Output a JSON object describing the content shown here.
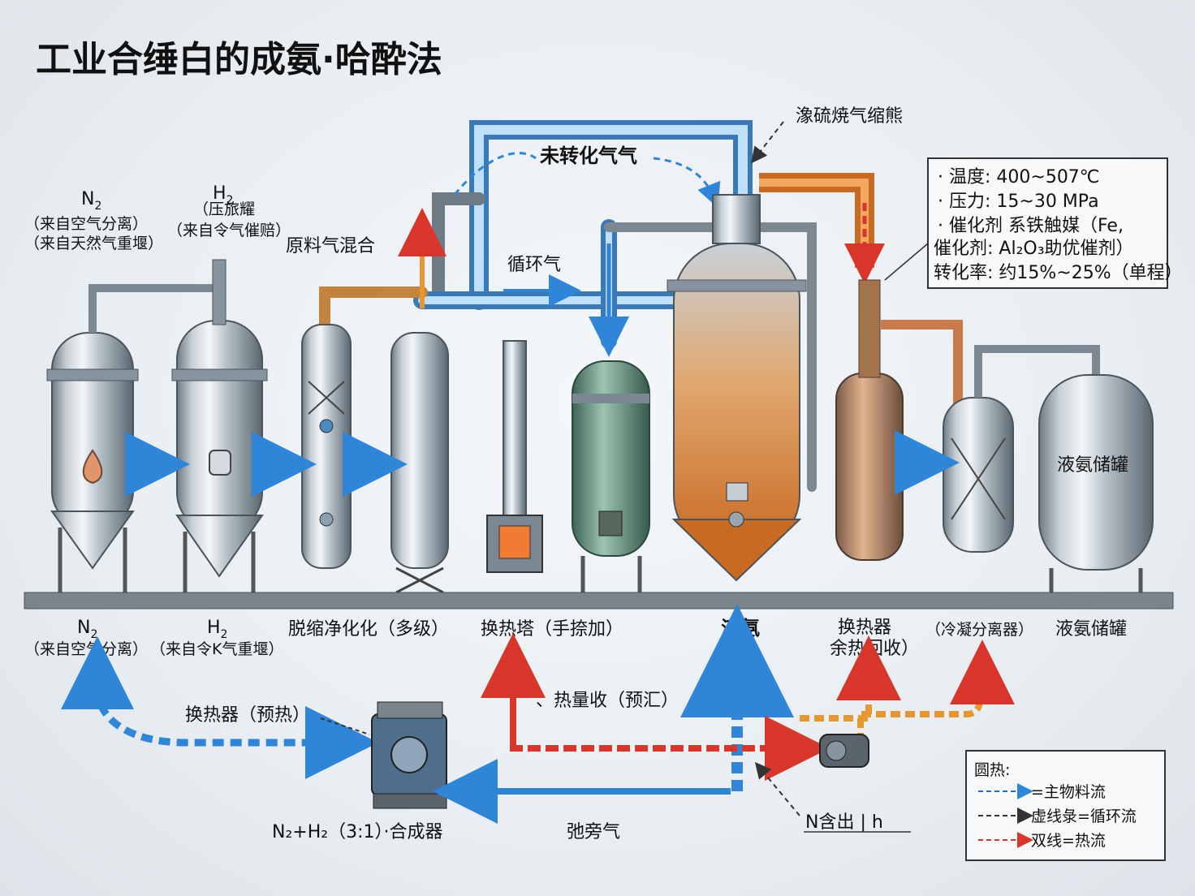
{
  "title": "工业合缍白的成氨·哈酔法",
  "callouts": {
    "top_right_label": "潒硫焼气缩熊",
    "unconverted_gas": "未转化气气",
    "recycle_gas": "循环气",
    "feed_mix": "原料气混合",
    "storage_tank": "液氨储罐"
  },
  "feed_labels": {
    "n2_top": {
      "formula": "N",
      "sub": "2",
      "line1": "（来自空气分离）",
      "line2": "（来自天然气重堰）"
    },
    "h2_top": {
      "formula": "H",
      "sub": "2",
      "line0": "（压旅耀",
      "line1": "（来自令气催赔）"
    }
  },
  "conditions": {
    "lines": [
      "· 温度:  400~507℃",
      "· 压力:  15~30 MPa",
      "· 催化剂  系铁触媒（Fe,",
      "催化剂:  Al₂O₃助优催剂）",
      "转化率:  约15%~25%（单程）"
    ]
  },
  "bottom_labels": {
    "n2": {
      "formula": "N",
      "sub": "2",
      "desc": "（来自空气分离）"
    },
    "h2": {
      "formula": "H",
      "sub": "2",
      "desc": "（来自令K气重堰）"
    },
    "purifier": "脱缩净化化（多级）",
    "heat_tower": "换热塔（手捺加）",
    "liquid_ammonia": "液氨",
    "heat_exchanger": "换热器",
    "heat_recovery": "余热回收）",
    "cold_separator": "（冷凝分离器）",
    "storage": "液氨储罐"
  },
  "lower_labels": {
    "preheat_exchanger": "换热器（预热）",
    "heat_absorb": "、热量收（预汇）",
    "mixed_gas": "N₂+H₂（3:1）·合成器",
    "purge_gas": "弛旁气",
    "n_inlet": "N含出 | h"
  },
  "legend": {
    "title": "圆热:",
    "items": [
      {
        "label": "=主物料流",
        "color": "#1f6fd1"
      },
      {
        "label": "虚线彔=循环流",
        "color": "#333333"
      },
      {
        "label": "双线=热流",
        "color": "#d8362a"
      }
    ]
  },
  "colors": {
    "blue_flow": "#2f86d8",
    "hot_flow": "#e03c2a",
    "warm_flow": "#e8962e",
    "steel": "#a9b4bd"
  }
}
